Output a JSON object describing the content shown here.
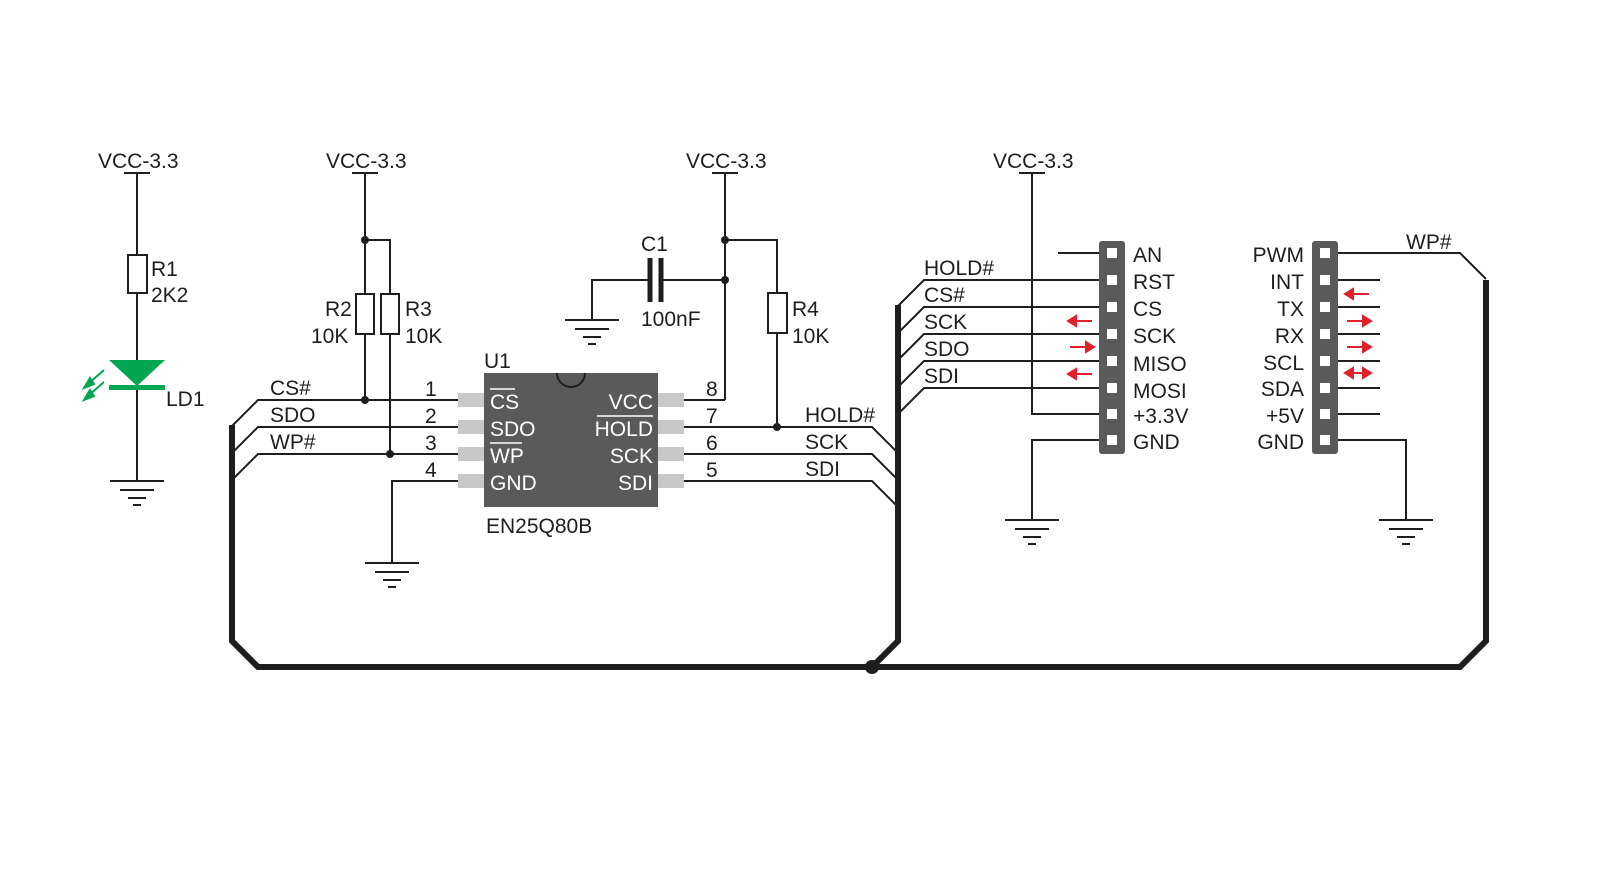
{
  "power": {
    "vcc1": "VCC-3.3",
    "vcc2": "VCC-3.3",
    "vcc3": "VCC-3.3",
    "vcc4": "VCC-3.3"
  },
  "r1": {
    "ref": "R1",
    "value": "2K2"
  },
  "r2": {
    "ref": "R2",
    "value": "10K"
  },
  "r3": {
    "ref": "R3",
    "value": "10K"
  },
  "r4": {
    "ref": "R4",
    "value": "10K"
  },
  "c1": {
    "ref": "C1",
    "value": "100nF"
  },
  "led": {
    "ref": "LD1",
    "color": "#00a651"
  },
  "ic": {
    "ref": "U1",
    "part": "EN25Q80B",
    "left_pins": [
      {
        "num": "1",
        "name": "CS",
        "overbar": true,
        "net": "CS#"
      },
      {
        "num": "2",
        "name": "SDO",
        "overbar": false,
        "net": "SDO"
      },
      {
        "num": "3",
        "name": "WP",
        "overbar": true,
        "net": "WP#"
      },
      {
        "num": "4",
        "name": "GND",
        "overbar": false,
        "net": ""
      }
    ],
    "right_pins": [
      {
        "num": "8",
        "name": "VCC",
        "overbar": false,
        "net": ""
      },
      {
        "num": "7",
        "name": "HOLD",
        "overbar": true,
        "net": "HOLD#"
      },
      {
        "num": "6",
        "name": "SCK",
        "overbar": false,
        "net": "SCK"
      },
      {
        "num": "5",
        "name": "SDI",
        "overbar": false,
        "net": "SDI"
      }
    ]
  },
  "bus_nets": [
    "HOLD#",
    "CS#",
    "SCK",
    "SDO",
    "SDI"
  ],
  "header_left": {
    "pins": [
      "AN",
      "RST",
      "CS",
      "SCK",
      "MISO",
      "MOSI",
      "+3.3V",
      "GND"
    ]
  },
  "header_right": {
    "pins": [
      "PWM",
      "INT",
      "TX",
      "RX",
      "SCL",
      "SDA",
      "+5V",
      "GND"
    ],
    "pwm_net": "WP#"
  },
  "arrow_color": "#e0202a"
}
